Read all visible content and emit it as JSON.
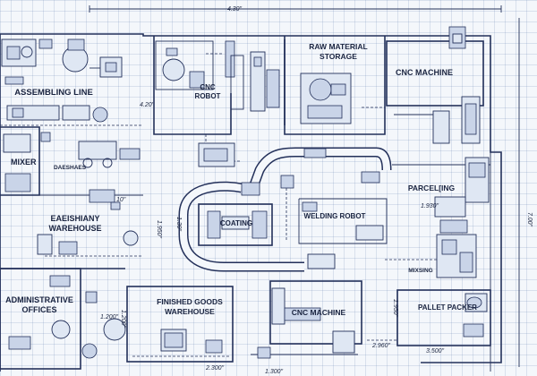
{
  "labels": {
    "assembling_line": "ASSEMBLING LINE",
    "cnc_robot": "CNC\nROBOT",
    "raw_material_storage": "RAW MATERIAL\nSTORAGE",
    "cnc_machine_top": "CNC MACHINE",
    "mixer": "MIXER",
    "daeshaes": "DAESHAES",
    "parceling": "PARCEL[ING",
    "eaeishiany_warehouse": "EAEISHIANY\nWAREHOUSE",
    "coating": "COATING",
    "welding_robot": "WELDING ROBOT",
    "mixsing": "MIXSING",
    "administrative_offices": "ADMINISTRATIVE\nOFFICES",
    "finished_goods_warehouse": "FINISHED GOODS\nWAREHOUSE",
    "cnc_machine_bottom": "CNC MACHINE",
    "pallet_packer": "PALLET PACKER"
  },
  "dimensions": {
    "top_width": "4.30\"",
    "right_height": "7.00\"",
    "d_420": "4.20\"",
    "d_1950": "1.950\"",
    "d_130": "1.30\"",
    "d_1930": "1.930\"",
    "d_1200": "1.200\"",
    "d_2300": "2.300\"",
    "d_2960": "2.960\"",
    "d_3500": "3.500\"",
    "d_1950b": "1.950\"",
    "d_1200b": "1.200\"",
    "d_1300": "1.300\"",
    "d_10": "10\""
  }
}
